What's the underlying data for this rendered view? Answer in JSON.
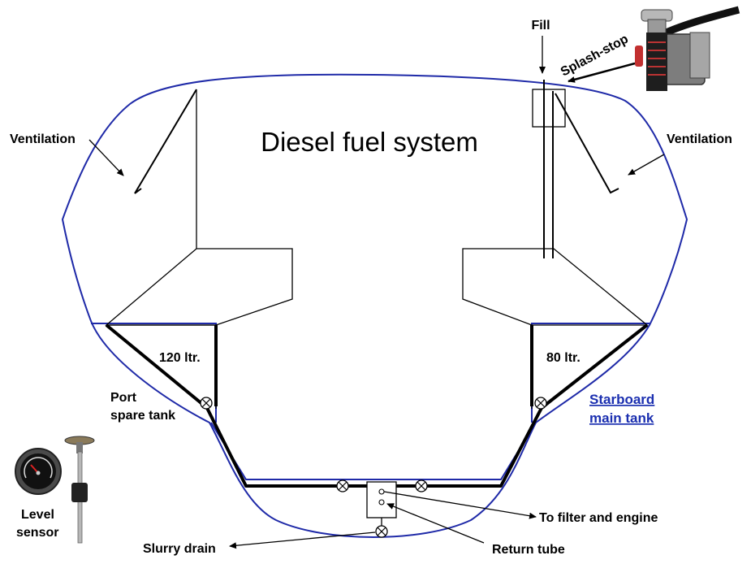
{
  "title": "Diesel fuel system",
  "labels": {
    "fill": "Fill",
    "splash_stop": "Splash-stop",
    "ventilation_left": "Ventilation",
    "ventilation_right": "Ventilation",
    "port_tank_capacity": "120 ltr.",
    "starboard_tank_capacity": "80 ltr.",
    "port_tank_line1": "Port",
    "port_tank_line2": "spare tank",
    "starboard_tank_line1": "Starboard",
    "starboard_tank_line2": "main tank",
    "to_filter": "To filter and engine",
    "return_tube": "Return tube",
    "slurry_drain": "Slurry drain",
    "level_line1": "Level",
    "level_line2": "sensor"
  },
  "colors": {
    "hull": "#1f2aa8",
    "link": "#1b2fb0",
    "pipe": "#000000"
  }
}
